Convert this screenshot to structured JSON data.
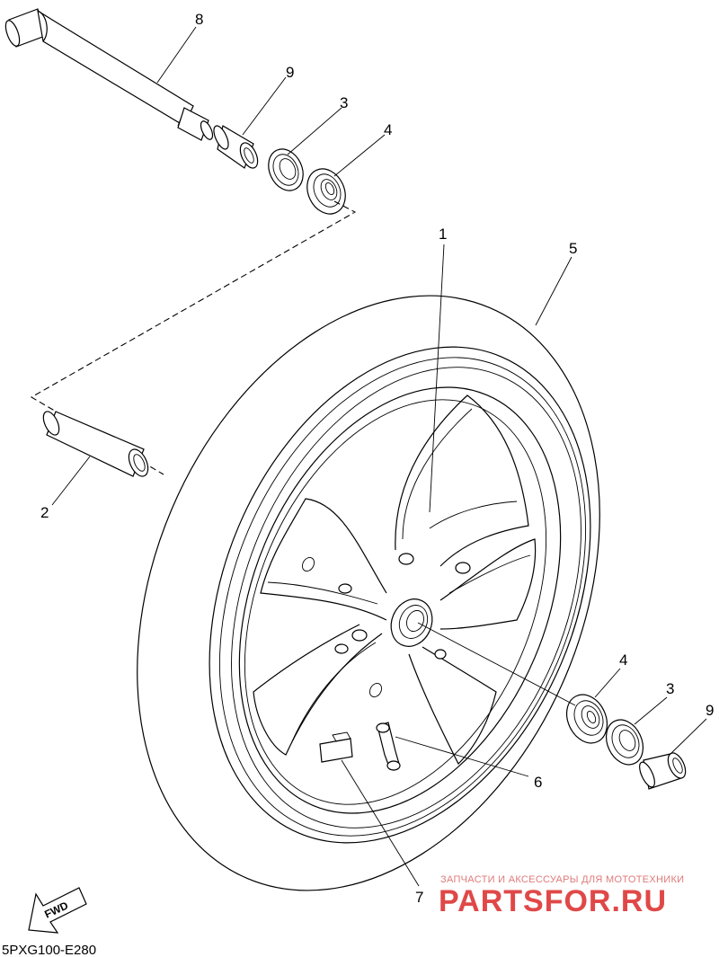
{
  "callouts": [
    {
      "id": "8",
      "label": "8"
    },
    {
      "id": "9-top",
      "label": "9"
    },
    {
      "id": "3-top",
      "label": "3"
    },
    {
      "id": "4-top",
      "label": "4"
    },
    {
      "id": "1",
      "label": "1"
    },
    {
      "id": "5",
      "label": "5"
    },
    {
      "id": "2",
      "label": "2"
    },
    {
      "id": "4-bottom",
      "label": "4"
    },
    {
      "id": "3-bottom",
      "label": "3"
    },
    {
      "id": "9-bottom",
      "label": "9"
    },
    {
      "id": "6",
      "label": "6"
    },
    {
      "id": "7",
      "label": "7"
    }
  ],
  "fwd_label": "FWD",
  "diagram_code": "5PXG100-E280",
  "watermark": {
    "subtitle": "ЗАПЧАСТИ И АКСЕССУАРЫ ДЛЯ МОТОТЕХНИКИ",
    "brand": "PARTSFOR.RU"
  }
}
